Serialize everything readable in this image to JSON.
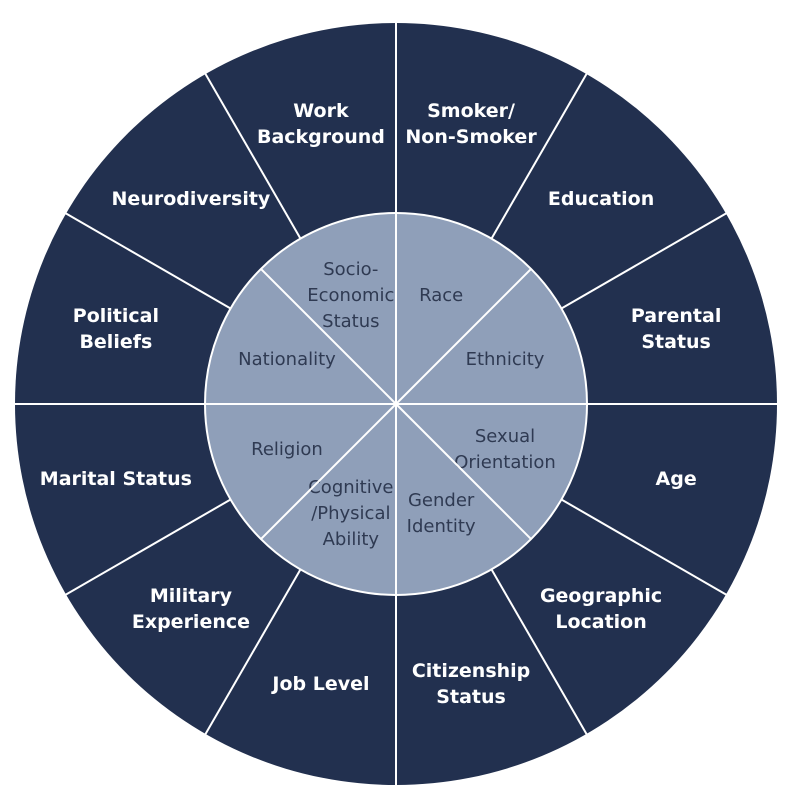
{
  "diagram": {
    "colors": {
      "outer_fill": "#22304f",
      "inner_fill": "#8f9fb9",
      "divider": "#ffffff",
      "outer_text": "#ffffff",
      "inner_text": "#2f3a52"
    },
    "inner_ring": [
      {
        "lines": [
          "Socio-",
          "Economic",
          "Status"
        ]
      },
      {
        "lines": [
          "Race"
        ]
      },
      {
        "lines": [
          "Ethnicity"
        ]
      },
      {
        "lines": [
          "Sexual",
          "Orientation"
        ]
      },
      {
        "lines": [
          "Gender",
          "Identity"
        ]
      },
      {
        "lines": [
          "Cognitive",
          "/Physical",
          "Ability"
        ]
      },
      {
        "lines": [
          "Religion"
        ]
      },
      {
        "lines": [
          "Nationality"
        ]
      }
    ],
    "outer_ring": [
      {
        "lines": [
          "Smoker/",
          "Non-Smoker"
        ]
      },
      {
        "lines": [
          "Education"
        ]
      },
      {
        "lines": [
          "Parental",
          "Status"
        ]
      },
      {
        "lines": [
          "Age"
        ]
      },
      {
        "lines": [
          "Geographic",
          "Location"
        ]
      },
      {
        "lines": [
          "Citizenship",
          "Status"
        ]
      },
      {
        "lines": [
          "Job Level"
        ]
      },
      {
        "lines": [
          "Military",
          "Experience"
        ]
      },
      {
        "lines": [
          "Marital Status"
        ]
      },
      {
        "lines": [
          "Political",
          "Beliefs"
        ]
      },
      {
        "lines": [
          "Neurodiversity"
        ]
      },
      {
        "lines": [
          "Work",
          "Background"
        ]
      }
    ]
  }
}
